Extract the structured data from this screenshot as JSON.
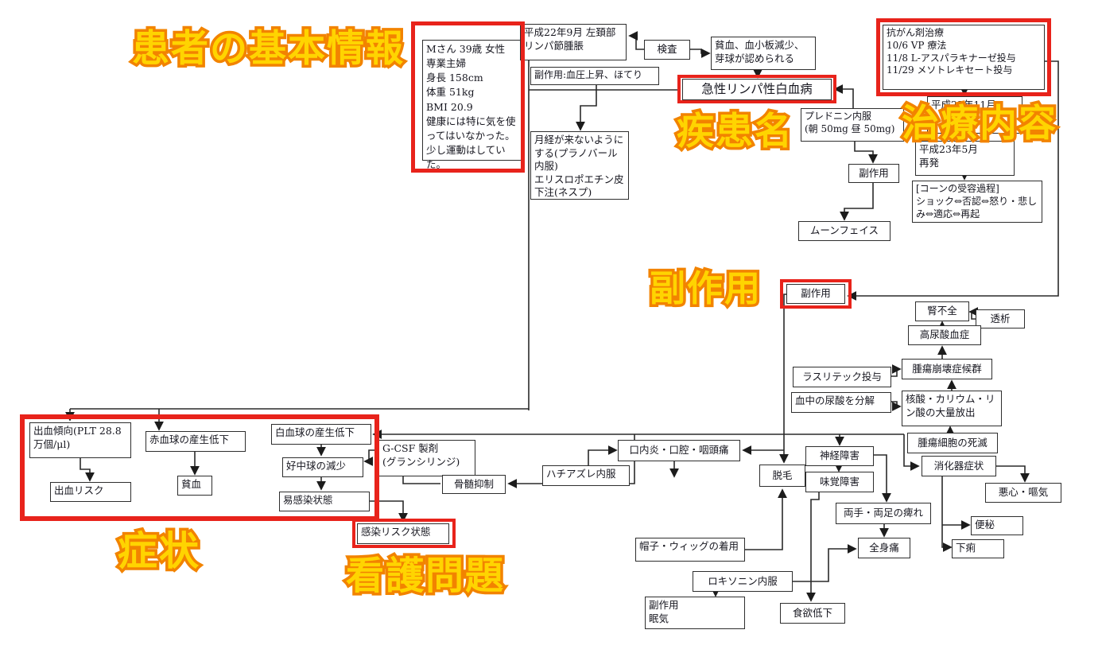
{
  "document": {
    "type": "nursing concept map (関連図)",
    "highlight_color": "#e8231b",
    "line_color": "#2a2a2a",
    "label_fill_color": "#ffd400",
    "label_outline_color": "#f28300"
  },
  "labels": {
    "patient_info": "患者の基本情報",
    "disease": "疾患名",
    "treatment": "治療内容",
    "side_effect": "副作用",
    "symptom": "症状",
    "nursing": "看護問題"
  },
  "nodes": {
    "patient": {
      "text": "Mさん 39歳 女性\n専業主婦\n身長 158cm\n体重 51kg\nBMI 20.9\n健康には特に気を使ってはいなかった。少し運動はしていた。"
    },
    "keii": {
      "text": "平成22年9月 左頚部リンパ節腫脹"
    },
    "kensa": {
      "text": "検査"
    },
    "kenketsu": {
      "text": "貧血、血小板減少、芽球が認められる"
    },
    "fukusayo_top": {
      "text": "副作用:血圧上昇、ほてり"
    },
    "all": {
      "text": "急性リンパ性白血病"
    },
    "gekkei": {
      "text": "月経が来ないようにする(プラノバール内服)\nエリスロポエチン皮下注(ネスプ)"
    },
    "kogan": {
      "text": "抗がん剤治療\n10/6 VP 療法\n11/8 L-アスパラキナーゼ投与\n11/29 メソトレキセート投与"
    },
    "h22_11": {
      "text": "平成22年11月"
    },
    "prednin": {
      "text": "プレドニン内服\n(朝 50mg 昼 50mg)"
    },
    "fukusayo_mid": {
      "text": "副作用"
    },
    "h23_5": {
      "text": "平成23年5月\n再発"
    },
    "kohn": {
      "text": "[コーンの受容過程]\nショック⇔否認⇔怒り・悲しみ⇔適応⇔再起"
    },
    "moon": {
      "text": "ムーンフェイス"
    },
    "fukusayo_red": {
      "text": "副作用"
    },
    "jinfuzen": {
      "text": "腎不全"
    },
    "toseki": {
      "text": "透析"
    },
    "konyosan": {
      "text": "高尿酸血症"
    },
    "shuyohokai": {
      "text": "腫瘍崩壊症候群"
    },
    "rasuritec": {
      "text": "ラスリテック投与"
    },
    "kechu": {
      "text": "血中の尿酸を分解"
    },
    "kakusan": {
      "text": "核酸・カリウム・リン酸の大量放出"
    },
    "shuyosaibo": {
      "text": "腫瘍細胞の死滅"
    },
    "shokakki": {
      "text": "消化器症状"
    },
    "oshin": {
      "text": "悪心・嘔気"
    },
    "benpi": {
      "text": "便秘"
    },
    "geri": {
      "text": "下痢"
    },
    "shukketsu": {
      "text": "出血傾向(PLT 28.8万個/μl)"
    },
    "sekkekyu": {
      "text": "赤血球の産生低下"
    },
    "hakkekyu": {
      "text": "白血球の産生低下"
    },
    "kochukyu": {
      "text": "好中球の減少"
    },
    "ikansen": {
      "text": "易感染状態"
    },
    "shukketsu_risk": {
      "text": "出血リスク"
    },
    "hinketsu2": {
      "text": "貧血"
    },
    "kansen_risk": {
      "text": "感染リスク状態"
    },
    "gcsf": {
      "text": "G-CSF 製剤\n(グランシリンジ)"
    },
    "kotsuzui": {
      "text": "骨髄抑制"
    },
    "hachiazure": {
      "text": "ハチアズレ内服"
    },
    "konaien": {
      "text": "口内炎・口腔・咽頭痛"
    },
    "datsumo": {
      "text": "脱毛"
    },
    "shinkei": {
      "text": "神経障害"
    },
    "mikaku": {
      "text": "味覚障害"
    },
    "ryote": {
      "text": "両手・両足の痺れ"
    },
    "zenshin": {
      "text": "全身痛"
    },
    "boshi": {
      "text": "帽子・ウィッグの着用"
    },
    "loxonin": {
      "text": "ロキソニン内服"
    },
    "nemuke": {
      "text": "副作用\n眠気"
    },
    "shokuyoku": {
      "text": "食欲低下"
    }
  }
}
